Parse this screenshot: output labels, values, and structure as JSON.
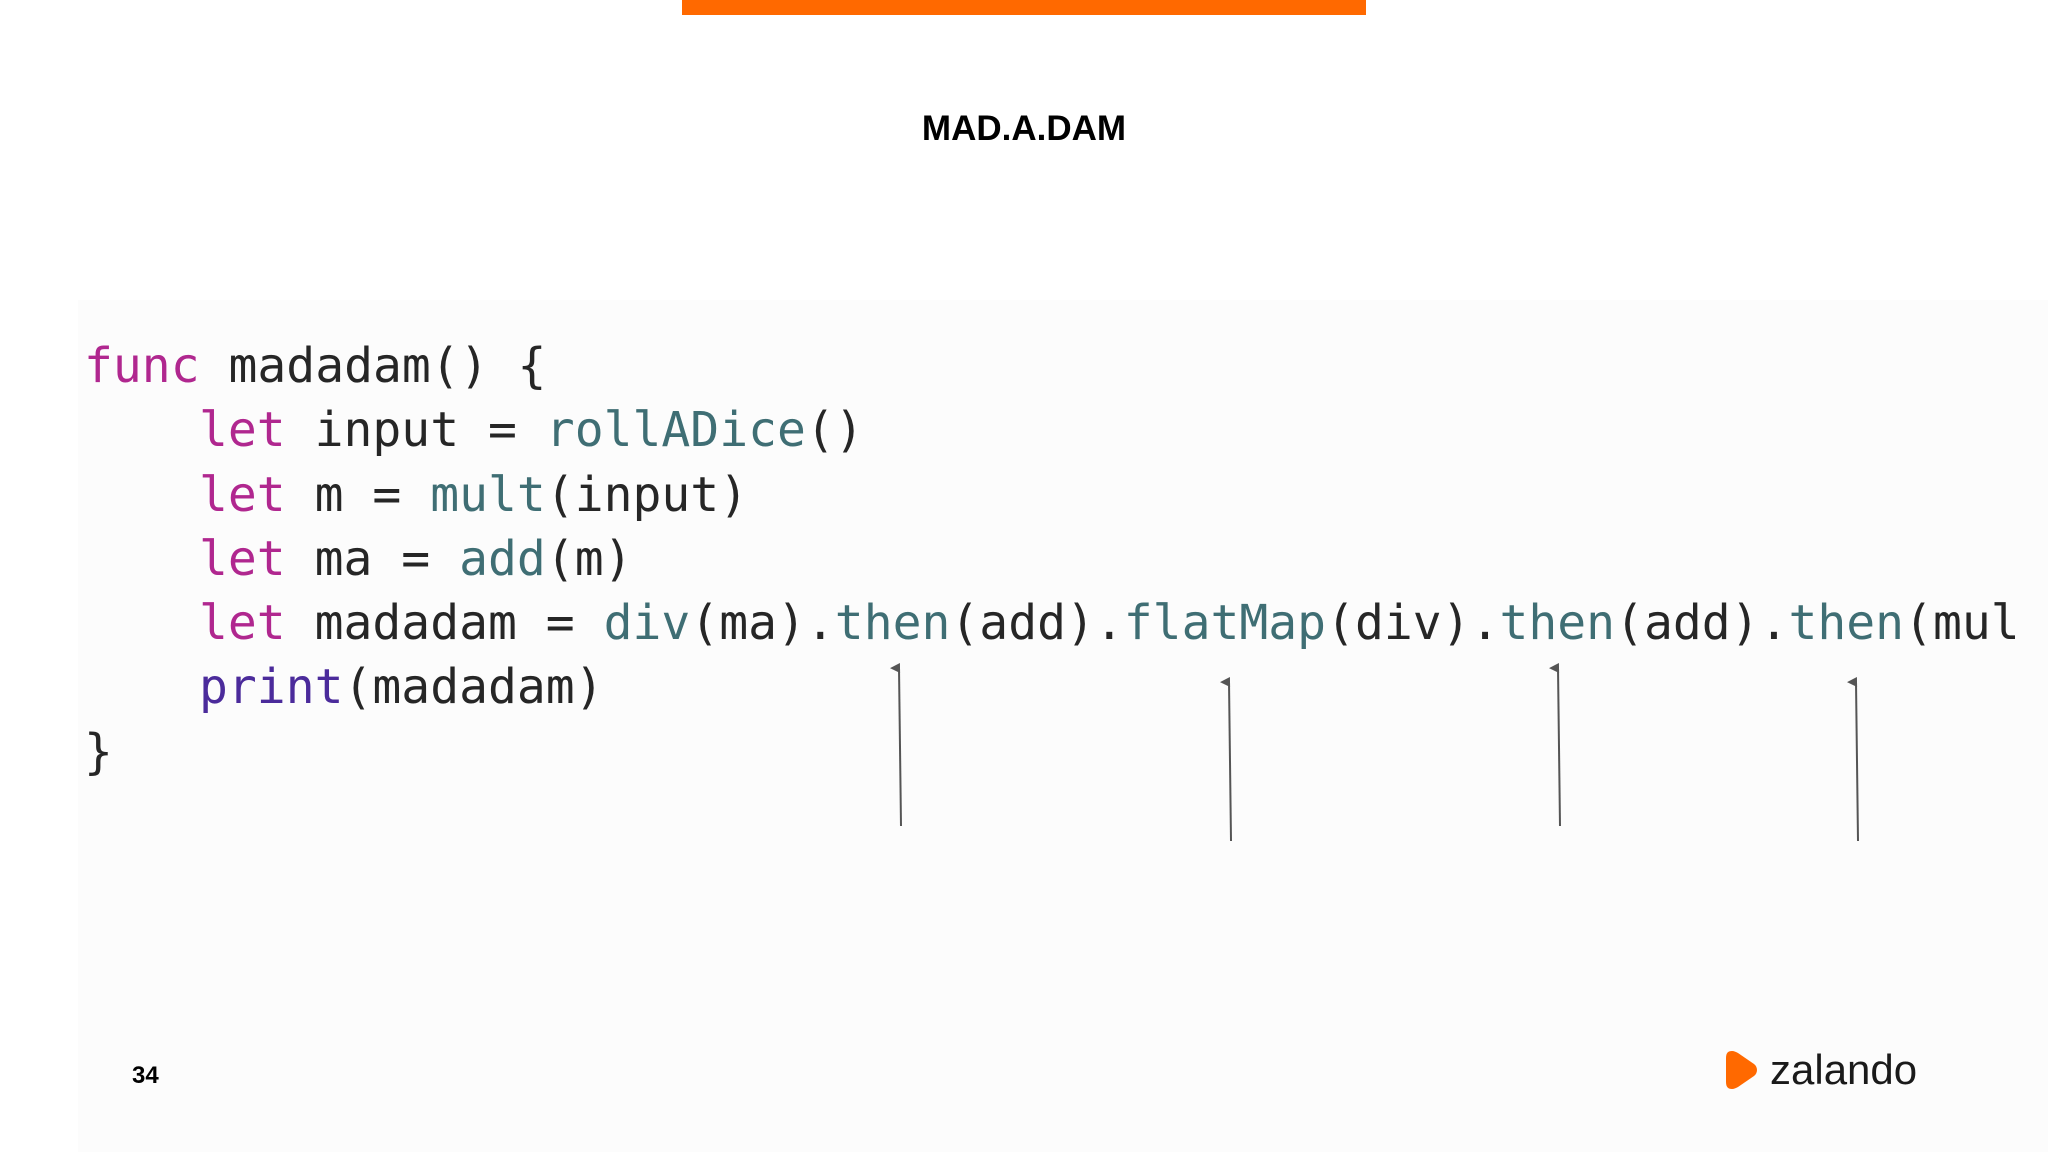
{
  "slide": {
    "title": "MAD.A.DAM",
    "page_number": "34",
    "accent_color": "#ff6900"
  },
  "code": {
    "line1": {
      "keyword": "func",
      "rest": "madadam() {"
    },
    "line2": {
      "keyword": "let",
      "name": "input = ",
      "call": "rollADice",
      "args": "()"
    },
    "line3": {
      "keyword": "let",
      "name": "m = ",
      "call": "mult",
      "args": "(input)"
    },
    "line4": {
      "keyword": "let",
      "name": "ma = ",
      "call": "add",
      "args": "(m)"
    },
    "line5": {
      "keyword": "let",
      "name": "madadam = ",
      "c1": "div",
      "a1": "(ma).",
      "c2": "then",
      "a2": "(add).",
      "c3": "flatMap",
      "a3": "(div).",
      "c4": "then",
      "a4": "(add).",
      "c5": "then",
      "a5": "(mul"
    },
    "line6": {
      "call": "print",
      "args": "(madadam)"
    },
    "line7": {
      "rest": "}"
    }
  },
  "brand": {
    "name": "zalando",
    "mark_color": "#ff6900",
    "icon": "zalando-logo-icon"
  },
  "annotations": {
    "arrow_icon": "up-arrow-icon",
    "count": 4
  }
}
